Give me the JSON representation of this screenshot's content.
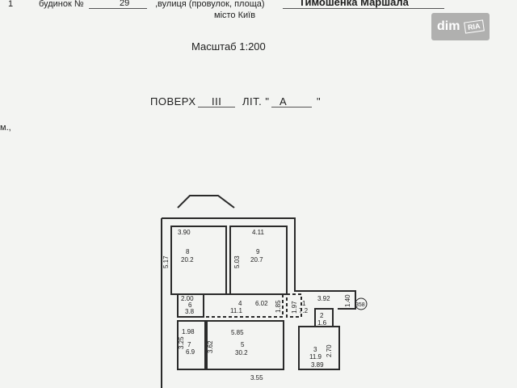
{
  "header": {
    "left_mark": "1",
    "building_label": "будинок №",
    "building_number": "29",
    "street_label": ",вулиця (провулок, площа)",
    "street_name": "Тимошенка Маршала",
    "city_line": "місто Київ",
    "left_margin_text": "м.,"
  },
  "scale": "Масштаб 1:200",
  "floor_line": {
    "floor_label": "ПОВЕРХ",
    "floor_value": "III",
    "lit_label": "ЛІТ. \"",
    "lit_value": "А",
    "lit_close": "\""
  },
  "watermark": {
    "brand": "dim",
    "badge": "RIA"
  },
  "plan": {
    "rooms": [
      {
        "id": "8",
        "area": "20.2",
        "width": "3.90",
        "height": "5.17"
      },
      {
        "id": "9",
        "area": "20.7",
        "width": "4.11",
        "height": "5.03"
      },
      {
        "id": "6",
        "area": "3.8",
        "width": "2.00"
      },
      {
        "id": "4",
        "area": "11.1",
        "width": "6.02",
        "side": "1.85"
      },
      {
        "id": "1",
        "area": "7.2",
        "side": "1.97"
      },
      {
        "id": "2",
        "area": "1.6",
        "width": "3.92",
        "side": "1.40"
      },
      {
        "id": "7",
        "area": "6.9",
        "width": "1.98",
        "height": "3.25"
      },
      {
        "id": "5",
        "area": "30.2",
        "width": "5.85",
        "height": "3.62",
        "bottom": "3.55"
      },
      {
        "id": "3",
        "area": "11.9",
        "width": "3.89",
        "height": "2.70"
      }
    ],
    "marker": "358"
  },
  "colors": {
    "paper": "#f3f4f2",
    "ink": "#1e1e1e",
    "wall": "#2a2a2a"
  }
}
